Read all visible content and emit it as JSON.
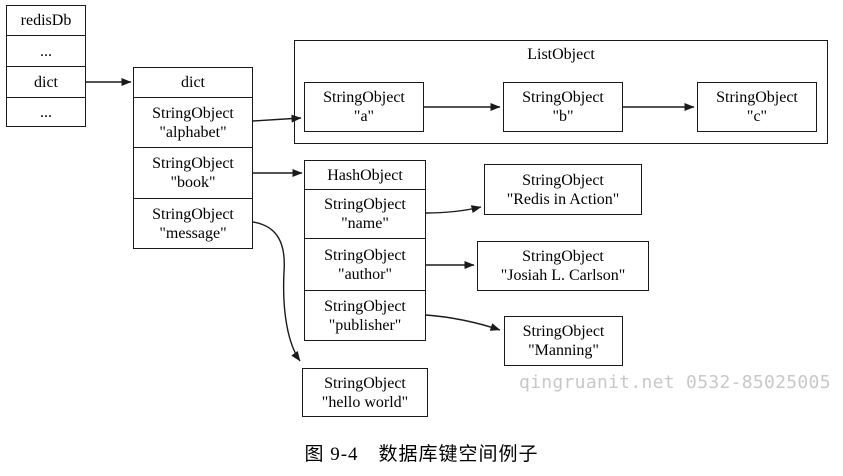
{
  "palette": {
    "line": "#1a1a1a",
    "background": "#ffffff",
    "watermark_color": "#c8c8c8"
  },
  "redisdb_table": {
    "rows": [
      "redisDb",
      "...",
      "dict",
      "..."
    ]
  },
  "dict_table": {
    "header": "dict",
    "rows": [
      [
        "StringObject",
        "\"alphabet\""
      ],
      [
        "StringObject",
        "\"book\""
      ],
      [
        "StringObject",
        "\"message\""
      ]
    ]
  },
  "list_object": {
    "title": "ListObject",
    "items": [
      [
        "StringObject",
        "\"a\""
      ],
      [
        "StringObject",
        "\"b\""
      ],
      [
        "StringObject",
        "\"c\""
      ]
    ]
  },
  "hash_table": {
    "header": "HashObject",
    "rows": [
      [
        "StringObject",
        "\"name\""
      ],
      [
        "StringObject",
        "\"author\""
      ],
      [
        "StringObject",
        "\"publisher\""
      ]
    ]
  },
  "value_boxes": {
    "redis_in_action": [
      "StringObject",
      "\"Redis in Action\""
    ],
    "josiah": [
      "StringObject",
      "\"Josiah L. Carlson\""
    ],
    "manning": [
      "StringObject",
      "\"Manning\""
    ],
    "hello_world": [
      "StringObject",
      "\"hello world\""
    ]
  },
  "caption": "图 9-4　数据库键空间例子",
  "watermark": "qingruanit.net 0532-85025005"
}
